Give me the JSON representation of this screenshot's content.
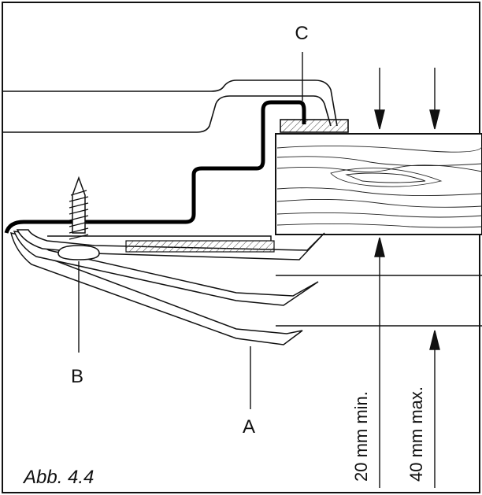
{
  "figure": {
    "caption": "Abb. 4.4",
    "callouts": {
      "a": "A",
      "b": "B",
      "c": "C"
    },
    "dimensions": {
      "min": "20 mm min.",
      "max": "40 mm max."
    }
  }
}
